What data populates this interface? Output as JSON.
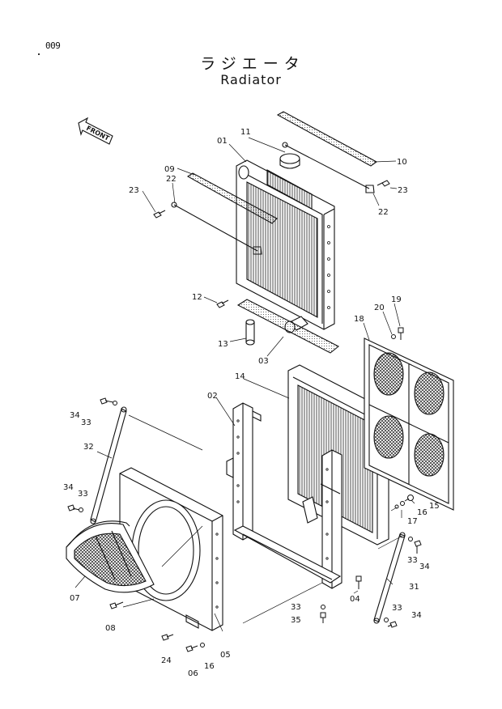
{
  "page_number": "009",
  "title_jp": "ラジエータ",
  "title_en": "Radiator",
  "direction_label": "FRONT",
  "callouts": [
    {
      "id": "c01",
      "text": "01"
    },
    {
      "id": "c11",
      "text": "11"
    },
    {
      "id": "c10",
      "text": "10"
    },
    {
      "id": "c09",
      "text": "09"
    },
    {
      "id": "c22a",
      "text": "22"
    },
    {
      "id": "c23a",
      "text": "23"
    },
    {
      "id": "c23b",
      "text": "23"
    },
    {
      "id": "c22b",
      "text": "22"
    },
    {
      "id": "c12",
      "text": "12"
    },
    {
      "id": "c13",
      "text": "13"
    },
    {
      "id": "c03",
      "text": "03"
    },
    {
      "id": "c19",
      "text": "19"
    },
    {
      "id": "c20",
      "text": "20"
    },
    {
      "id": "c18",
      "text": "18"
    },
    {
      "id": "c14",
      "text": "14"
    },
    {
      "id": "c02",
      "text": "02"
    },
    {
      "id": "c34a",
      "text": "34"
    },
    {
      "id": "c33a",
      "text": "33"
    },
    {
      "id": "c32",
      "text": "32"
    },
    {
      "id": "c34b",
      "text": "34"
    },
    {
      "id": "c33b",
      "text": "33"
    },
    {
      "id": "c15",
      "text": "15"
    },
    {
      "id": "c16a",
      "text": "16"
    },
    {
      "id": "c17",
      "text": "17"
    },
    {
      "id": "c33c",
      "text": "33"
    },
    {
      "id": "c34c",
      "text": "34"
    },
    {
      "id": "c31",
      "text": "31"
    },
    {
      "id": "c07",
      "text": "07"
    },
    {
      "id": "c04",
      "text": "04"
    },
    {
      "id": "c08",
      "text": "08"
    },
    {
      "id": "c33d",
      "text": "33"
    },
    {
      "id": "c35",
      "text": "35"
    },
    {
      "id": "c33e",
      "text": "33"
    },
    {
      "id": "c34d",
      "text": "34"
    },
    {
      "id": "c24",
      "text": "24"
    },
    {
      "id": "c05",
      "text": "05"
    },
    {
      "id": "c06",
      "text": "06"
    },
    {
      "id": "c16b",
      "text": "16"
    }
  ]
}
